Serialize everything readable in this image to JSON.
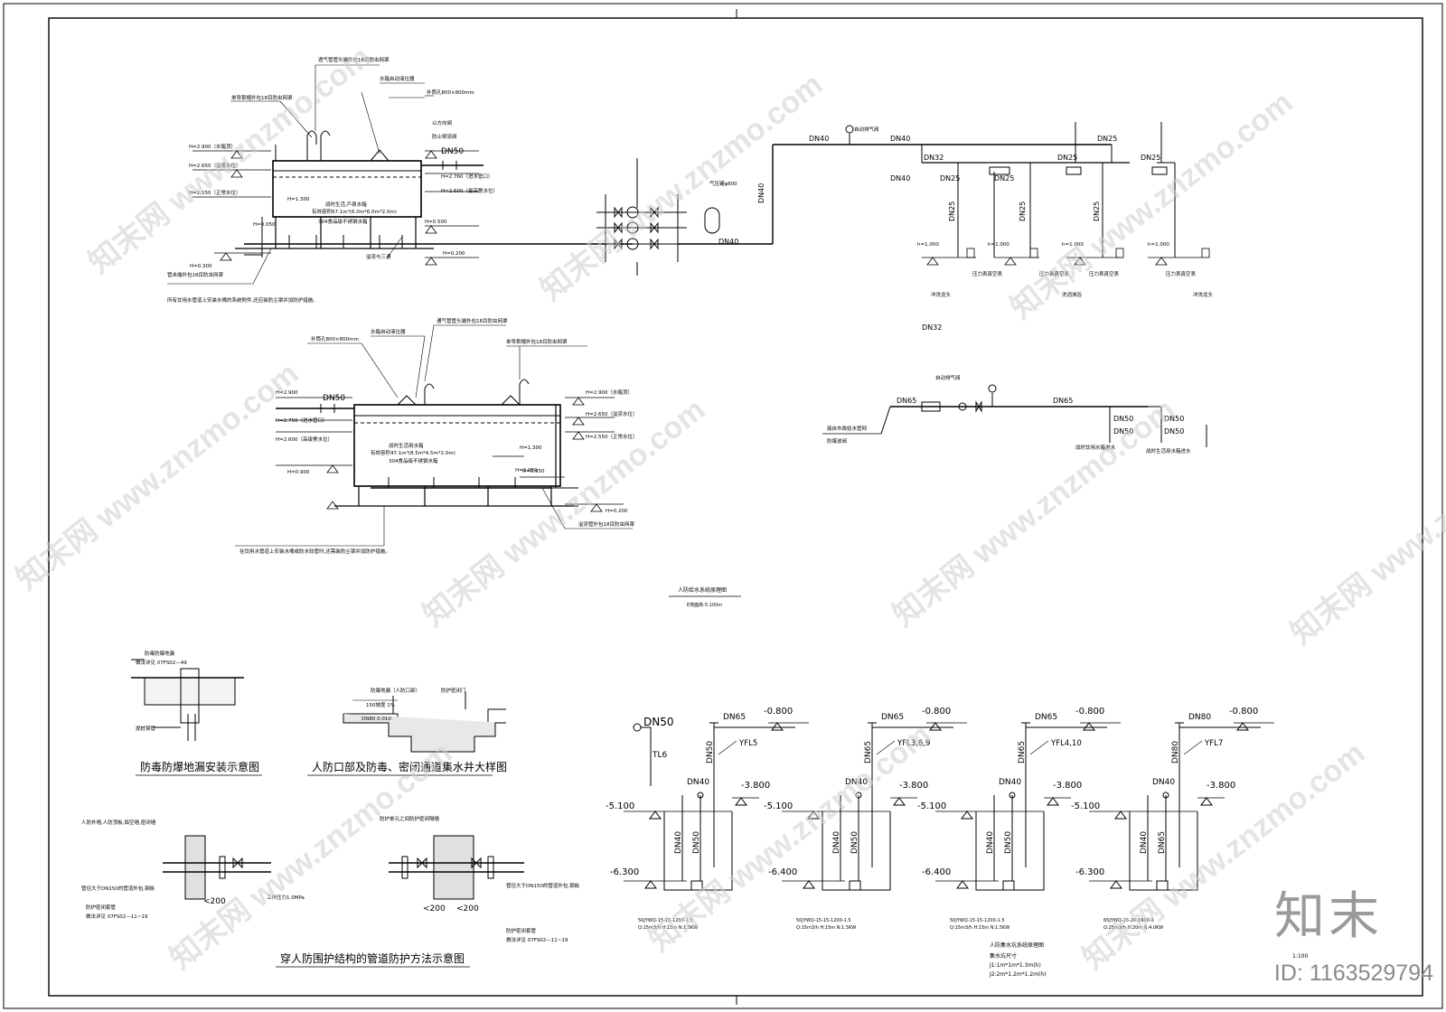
{
  "watermark": {
    "brand": "知末",
    "id_label": "ID: 1163529794",
    "site_text": "知末网 www.znzmo.com"
  },
  "top_left": {
    "tank_text": "战时生活,戶泉水箱",
    "capacity": "有效容积67.1m³(6.0m*6.0m*2.0m)",
    "material": "304食品级不锈钢水箱",
    "note": "所有饮用水管道上安装水嘴的系统附件,还应装防尘罩并加防护措施。",
    "levels": [
      "H=2.900（水箱顶）",
      "H=2.650（溢流水位）",
      "H=2.550（正常水位）",
      "H=2.760（进水管口）",
      "H=2.600（最高警水位）",
      "H=1.300",
      "H=0.050",
      "H=0.500",
      "H=0.300",
      "H=0.200"
    ],
    "dn_label": "DN50",
    "leaders": [
      "透气管管头端外包18目防虫网罩",
      "水箱自动液位器",
      "单导泵帽外包18目防虫网罩",
      "补筒孔800×800mm",
      "以方向阀",
      "防止倒流阀",
      "溢流与三通",
      "管夹端外包18目防虫网罩"
    ]
  },
  "mid_left": {
    "tank_text": "战时生活用水箱",
    "capacity": "有效容积47.1m³(8.5m*4.5m*2.0m)",
    "material": "304食品级不锈钢水箱",
    "note": "在饮用水管道上安装水嘴或防水较管时,还需装防尘罩并加防护措施。",
    "levels": [
      "H=2.900",
      "H=2.750（进水管口）",
      "H=2.600（高级警水位）",
      "H=2.900（水箱顶）",
      "H=2.650（溢流水位）",
      "H=2.550（正常水位）",
      "H=1.300",
      "H=1.050",
      "H=0.950",
      "H=0.200",
      "H=0.900"
    ],
    "dn_label": "DN50",
    "leaders": [
      "补筒孔800×800mm",
      "水箱自动液位器",
      "通气管管头端外包18目防虫网罩",
      "单导泵帽外包18目防虫网罩",
      "溢流管外包18目防虫网罩"
    ]
  },
  "pump_section": {
    "labels": [
      "DN40",
      "DN40",
      "DN40",
      "DN40",
      "DN40",
      "DN25",
      "DN32",
      "DN25",
      "DN25",
      "DN25",
      "DN25",
      "DN25",
      "DN25",
      "DN25"
    ],
    "annotations": [
      "气压罐φ800",
      "自动排气阀",
      "压力表真空表",
      "压力表真空表",
      "压力表真空表",
      "压力表真空表",
      "洗消淋浴",
      "冲洗龙头",
      "冲洗龙头"
    ],
    "levels": [
      "h=1.000",
      "h=1.000",
      "h=1.000",
      "h=1.000"
    ]
  },
  "supply_section": {
    "title_dn": "DN32",
    "labels": [
      "DN65",
      "DN65",
      "DN50",
      "DN50",
      "DN50",
      "DN50"
    ],
    "notes": [
      "接自市政给水管网",
      "防爆波阀",
      "自动排气阀",
      "战时饮用水箱进水",
      "战时生活用水箱进水"
    ]
  },
  "figure_titles": {
    "system_diagram": "人防给水系统原理图",
    "system_sub": "E地面高-5.100m",
    "floor_drain": "防毒防爆地漏安装示意图",
    "sump_detail": "人防口部及防毒、密闭通道集水井大样图",
    "pipe_protection": "穿人防围护结构的管道防护方法示意图",
    "sump_system": "人防集水坑系统原理图"
  },
  "floor_drain": {
    "top": "防毒防爆地漏",
    "ref": "做法详见 07FS02—49",
    "bottom": "提桩钢管"
  },
  "sump_detail": {
    "left": "防爆地漏（人防口部）",
    "right": "防护密闭门",
    "notes": [
      "150坡度 1%",
      "DN80 0.010"
    ]
  },
  "pipe_protection": {
    "left_notes": [
      "人防外墙,人防顶板,临空墙,密闭墙",
      "管径大于DN150的管道外包,钢板",
      "防护密闭套管",
      "做法详见 07FS02—11~19"
    ],
    "right_notes": [
      "防护单元之间防护密闭隔墙",
      "管径大于DN150的管道外包,钢板",
      "防护密闭套管",
      "做法详见 07FS02—11~19"
    ],
    "labels": [
      "<200",
      "<200",
      "<200"
    ],
    "pressure": "工作压力1.0MPa"
  },
  "sump_systems": [
    {
      "top_dn": "DN65",
      "riser": "DN50",
      "level_top": "-0.800",
      "yfl": "YFL5",
      "pump_dn": "DN40",
      "level_mid": "-3.800",
      "floor": "-5.100",
      "bottom": "-6.300",
      "pump_out": "DN40",
      "pump_out2": "DN50",
      "pump_spec": "50JYWQ-15-15-1200-1.5",
      "flow": "Q:15m3/h H:15m N:1.5KW",
      "extra_dn": "DN50",
      "tl": "TL6"
    },
    {
      "top_dn": "DN65",
      "riser": "DN65",
      "level_top": "-0.800",
      "yfl": "YFL3,6,9",
      "pump_dn": "DN40",
      "level_mid": "-3.800",
      "floor": "-5.100",
      "bottom": "-6.400",
      "pump_out": "DN40",
      "pump_out2": "DN50",
      "pump_spec": "50JYWQ-15-15-1200-1.5",
      "flow": "Q:15m3/h H:15m N:1.5KW"
    },
    {
      "top_dn": "DN65",
      "riser": "DN65",
      "level_top": "-0.800",
      "yfl": "YFL4,10",
      "pump_dn": "DN40",
      "level_mid": "-3.800",
      "floor": "-5.100",
      "bottom": "-6.400",
      "pump_out": "DN40",
      "pump_out2": "DN50",
      "pump_spec": "50JYWQ-15-15-1200-1.5",
      "flow": "Q:15m3/h H:15m N:1.5KW"
    },
    {
      "top_dn": "DN80",
      "riser": "DN80",
      "level_top": "-0.800",
      "yfl": "YFL7",
      "pump_dn": "DN40",
      "level_mid": "-3.800",
      "floor": "-5.100",
      "bottom": "-6.300",
      "pump_out": "DN40",
      "pump_out2": "DN65",
      "pump_spec": "65JYWQ-25-20-1600-4",
      "flow": "Q:25m3/h H:20m N:4.0KW"
    }
  ],
  "sump_sizes": {
    "title": "集水坑尺寸",
    "j1": "J1:1m*1m*1.3m(h)",
    "j2": "J2:2m*1.2m*1.2m(h)",
    "scale": "1:100"
  }
}
